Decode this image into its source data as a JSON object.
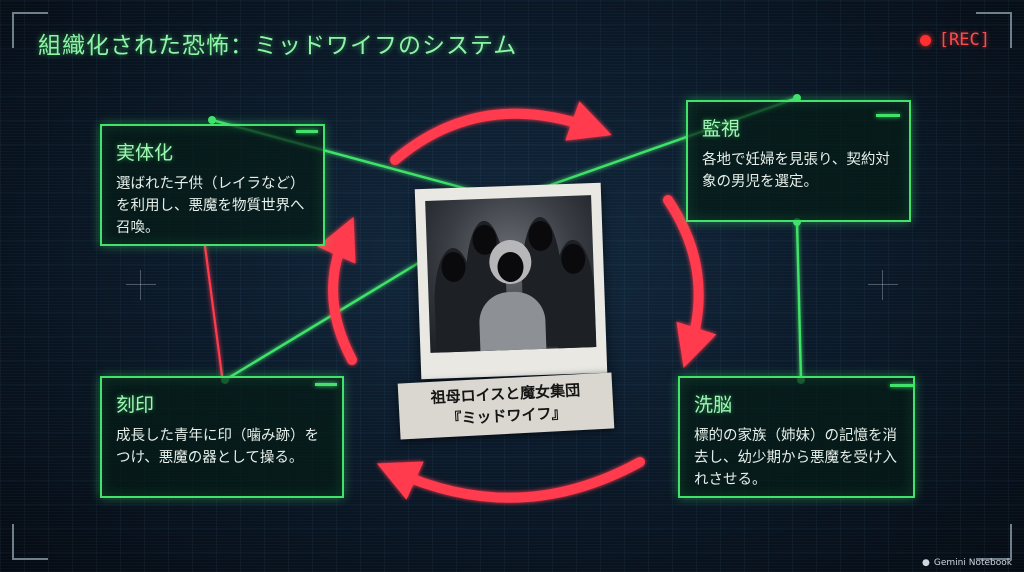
{
  "title": "組織化された恐怖：ミッドワイフのシステム",
  "rec_label": "[REC]",
  "colors": {
    "accent_green": "#41e36a",
    "cycle_red": "#ff3b4e",
    "rec_red": "#ff3030"
  },
  "center": {
    "caption_line1": "祖母ロイスと魔女集団",
    "caption_line2": "『ミッドワイフ』"
  },
  "nodes": {
    "surveillance": {
      "title": "監視",
      "text": "各地で妊婦を見張り、契約対象の男児を選定。"
    },
    "brainwash": {
      "title": "洗脳",
      "text": "標的の家族（姉妹）の記憶を消去し、幼少期から悪魔を受け入れさせる。"
    },
    "mark": {
      "title": "刻印",
      "text": "成長した青年に印（噛み跡）をつけ、悪魔の器として操る。"
    },
    "incarnation": {
      "title": "実体化",
      "text": "選ばれた子供（レイラなど）を利用し、悪魔を物質世界へ召喚。"
    }
  },
  "brand": "Gemini Notebook"
}
